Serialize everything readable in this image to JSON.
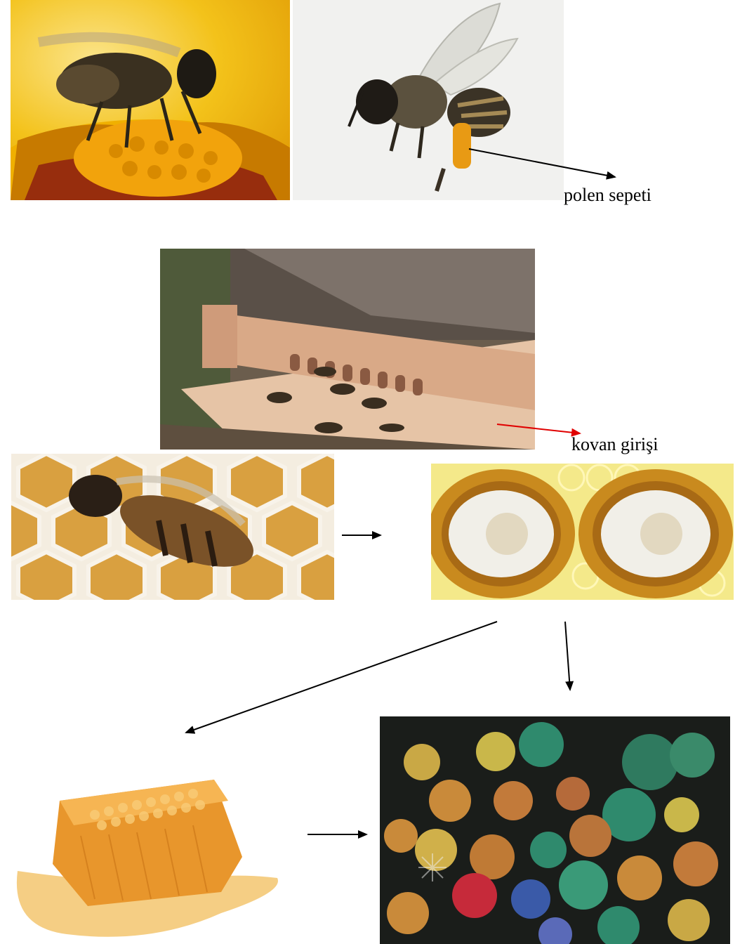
{
  "labels": {
    "pollen_basket": "polen sepeti",
    "hive_entrance": "kovan girişi"
  },
  "photos": [
    {
      "name": "bee-on-flower-photo",
      "subject": "bee on yellow flower"
    },
    {
      "name": "bee-with-pollen-basket-photo",
      "subject": "bee carrying pollen"
    },
    {
      "name": "hive-entrance-photo",
      "subject": "bees at hive entrance"
    },
    {
      "name": "bee-on-honeycomb-photo",
      "subject": "bee on honeycomb cells"
    },
    {
      "name": "royal-jelly-cells-photo",
      "subject": "royal jelly in queen cells"
    },
    {
      "name": "honeycomb-honey-photo",
      "subject": "honeycomb with honey"
    },
    {
      "name": "pollen-grains-photo",
      "subject": "microscopic pollen grains"
    }
  ],
  "colors": {
    "arrow": "#000000",
    "hive_arrow": "#e00000"
  }
}
